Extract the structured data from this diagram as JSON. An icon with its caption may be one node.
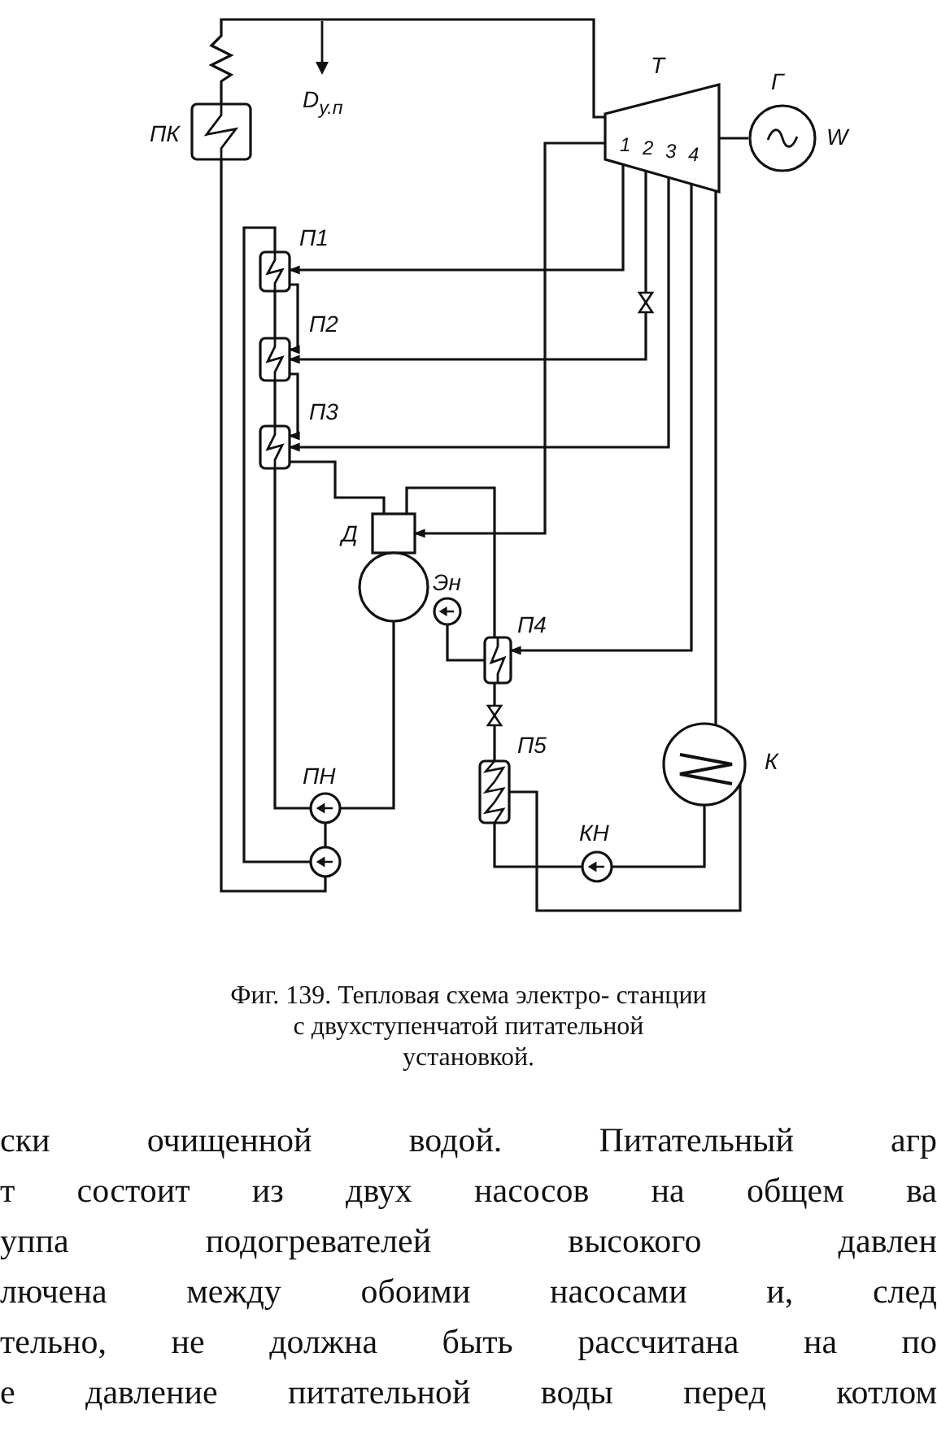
{
  "diagram": {
    "caption": "Фиг. 139. Тепловая схема электро- станции с двухступенчатой питательной установкой.",
    "nodes": [
      {
        "text": [],
        "shape": "coil"
      },
      {
        "text": [
          "ПК"
        ]
      },
      {
        "text": [
          "Т",
          "1",
          "2",
          "3",
          "4"
        ]
      },
      {
        "text": [
          "Г"
        ],
        "beside": [
          "W"
        ]
      },
      {
        "text": [
          "П1"
        ]
      },
      {
        "text": [
          "П2"
        ]
      },
      {
        "text": [
          "П3"
        ]
      },
      {
        "text": [
          "Д"
        ]
      },
      {
        "text": [
          "Эн"
        ]
      },
      {
        "text": [
          "П4"
        ]
      },
      {
        "text": [
          "П5"
        ]
      },
      {
        "text": [
          "К"
        ]
      },
      {
        "text": [
          "ПН"
        ]
      },
      {
        "text": [],
        "shape": "circle"
      },
      {
        "text": [
          "КН"
        ]
      }
    ],
    "edges": [
      {
        "from": 0,
        "to": 2,
        "arrow": "none"
      },
      {
        "from": 1,
        "to": 0,
        "arrow": "none"
      },
      {
        "from": 2,
        "to": 4,
        "arrow": "to"
      },
      {
        "from": 2,
        "to": 5,
        "arrow": "to"
      },
      {
        "from": 2,
        "to": 6,
        "arrow": "to"
      },
      {
        "from": 2,
        "to": 7,
        "arrow": "to"
      },
      {
        "from": 2,
        "to": 9,
        "arrow": "to"
      },
      {
        "from": 2,
        "to": 11,
        "arrow": "none"
      },
      {
        "from": 4,
        "to": 5,
        "arrow": "to"
      },
      {
        "from": 5,
        "to": 6,
        "arrow": "to"
      },
      {
        "from": 6,
        "to": 7,
        "arrow": "none"
      },
      {
        "from": 11,
        "to": 14,
        "arrow": "none"
      },
      {
        "from": 14,
        "to": 10,
        "arrow": "none"
      },
      {
        "from": 10,
        "to": 9,
        "arrow": "none"
      },
      {
        "from": 9,
        "to": 7,
        "arrow": "none"
      },
      {
        "from": 7,
        "to": 12,
        "arrow": "none"
      },
      {
        "from": 12,
        "to": 6,
        "arrow": "none"
      },
      {
        "from": 6,
        "to": 5,
        "arrow": "none"
      },
      {
        "from": 5,
        "to": 4,
        "arrow": "none"
      },
      {
        "from": 4,
        "to": 13,
        "arrow": "none"
      },
      {
        "from": 13,
        "to": 1,
        "arrow": "none"
      },
      {
        "from": 12,
        "to": 13,
        "arrow": "none"
      },
      {
        "from": 2,
        "to": 3,
        "arrow": "none"
      },
      {
        "from": 8,
        "to": 9,
        "arrow": "none"
      },
      {
        "from": 10,
        "to": 11,
        "arrow": "none"
      }
    ],
    "labels": [
      "D$_{у.п}$",
      "ски очищенной водой. Питательный агр",
      "т состоит из двух насосов на общем ва",
      "уппа подогревателей высокого давлен",
      "лючена между обоими насосами и, след",
      "тельно, не должна быть рассчитана на по",
      "е давление питательной воды перед котлом"
    ]
  }
}
